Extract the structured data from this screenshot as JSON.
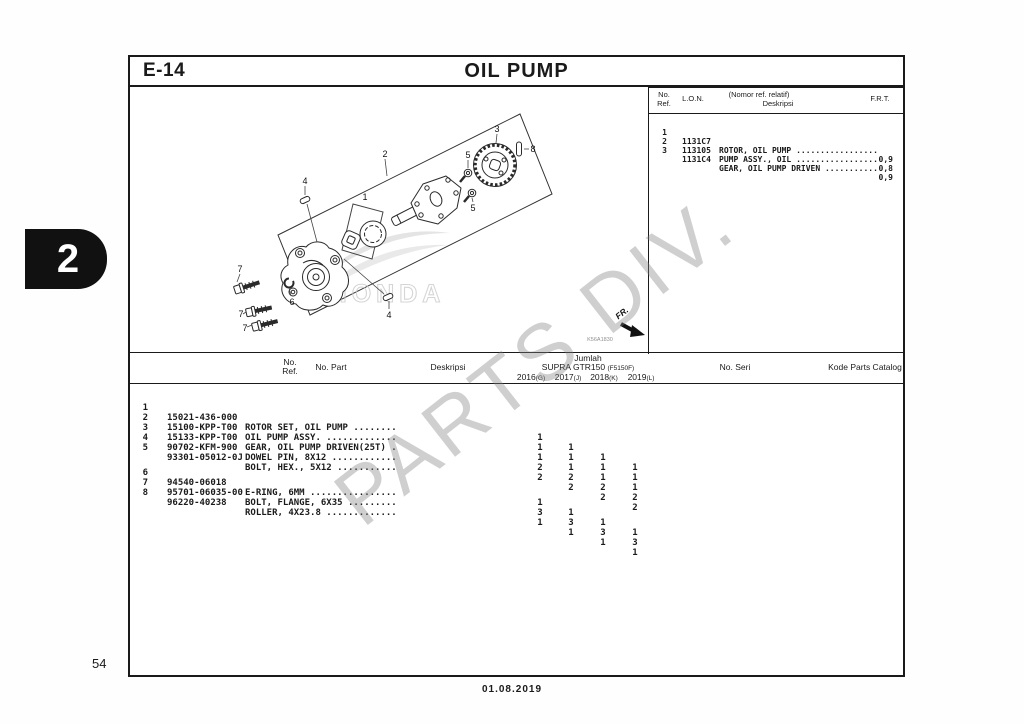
{
  "page": {
    "section_code": "E-14",
    "title": "OIL PUMP",
    "side_tab": "2",
    "page_number": "54",
    "footer_date": "01.08.2019"
  },
  "watermarks": {
    "parts_div": "PARTS DIV.",
    "brand": "HONDA"
  },
  "diagram": {
    "fr_label": "FR.",
    "code": "K56A1830",
    "callouts": [
      "1",
      "2",
      "3",
      "4",
      "5",
      "6",
      "7",
      "8"
    ]
  },
  "ref_table": {
    "header": {
      "no_ref_line1": "No.",
      "no_ref_line2": "Ref.",
      "lon": "L.O.N.",
      "rel_note": "(Nomor ref. relatif)",
      "deskripsi": "Deskripsi",
      "frt": "F.R.T."
    },
    "rows": [
      {
        "ref": "1",
        "lon": "1131C7",
        "desc": "ROTOR, OIL PUMP .................",
        "frt": "0,9"
      },
      {
        "ref": "2",
        "lon": "113105",
        "desc": "PUMP ASSY., OIL .................",
        "frt": "0,8"
      },
      {
        "ref": "3",
        "lon": "1131C4",
        "desc": "GEAR, OIL PUMP DRIVEN ...........",
        "frt": "0,9"
      }
    ]
  },
  "parts_table": {
    "header": {
      "no_ref_line1": "No.",
      "no_ref_line2": "Ref.",
      "no_part": "No. Part",
      "deskripsi": "Deskripsi",
      "jumlah": "Jumlah",
      "model": "SUPRA GTR150",
      "model_code": "(F5150F)",
      "years": [
        {
          "y": "2016",
          "c": "(G)"
        },
        {
          "y": "2017",
          "c": "(J)"
        },
        {
          "y": "2018",
          "c": "(K)"
        },
        {
          "y": "2019",
          "c": "(L)"
        }
      ],
      "no_seri": "No. Seri",
      "kode": "Kode Parts Catalog"
    },
    "rows": [
      {
        "ref": "1",
        "part": "15021-436-000",
        "desc": "ROTOR SET, OIL PUMP ........",
        "qty": [
          "1",
          "1",
          "1",
          "1"
        ]
      },
      {
        "ref": "2",
        "part": "15100-KPP-T00",
        "desc": "OIL PUMP ASSY. .............",
        "qty": [
          "1",
          "1",
          "1",
          "1"
        ]
      },
      {
        "ref": "3",
        "part": "15133-KPP-T00",
        "desc": "GEAR, OIL PUMP DRIVEN(25T) .",
        "qty": [
          "1",
          "1",
          "1",
          "1"
        ]
      },
      {
        "ref": "4",
        "part": "90702-KFM-900",
        "desc": "DOWEL PIN, 8X12 ............",
        "qty": [
          "2",
          "2",
          "2",
          "2"
        ]
      },
      {
        "ref": "5",
        "part": "93301-05012-0J",
        "desc": "BOLT, HEX., 5X12 ...........",
        "qty": [
          "2",
          "2",
          "2",
          "2"
        ]
      },
      {
        "ref": "6",
        "part": "94540-06018",
        "desc": "E-RING, 6MM ................",
        "qty": [
          "1",
          "1",
          "1",
          "1"
        ]
      },
      {
        "ref": "7",
        "part": "95701-06035-00",
        "desc": "BOLT, FLANGE, 6X35 .........",
        "qty": [
          "3",
          "3",
          "3",
          "3"
        ]
      },
      {
        "ref": "8",
        "part": "96220-40238",
        "desc": "ROLLER, 4X23.8 .............",
        "qty": [
          "1",
          "1",
          "1",
          "1"
        ]
      }
    ]
  }
}
